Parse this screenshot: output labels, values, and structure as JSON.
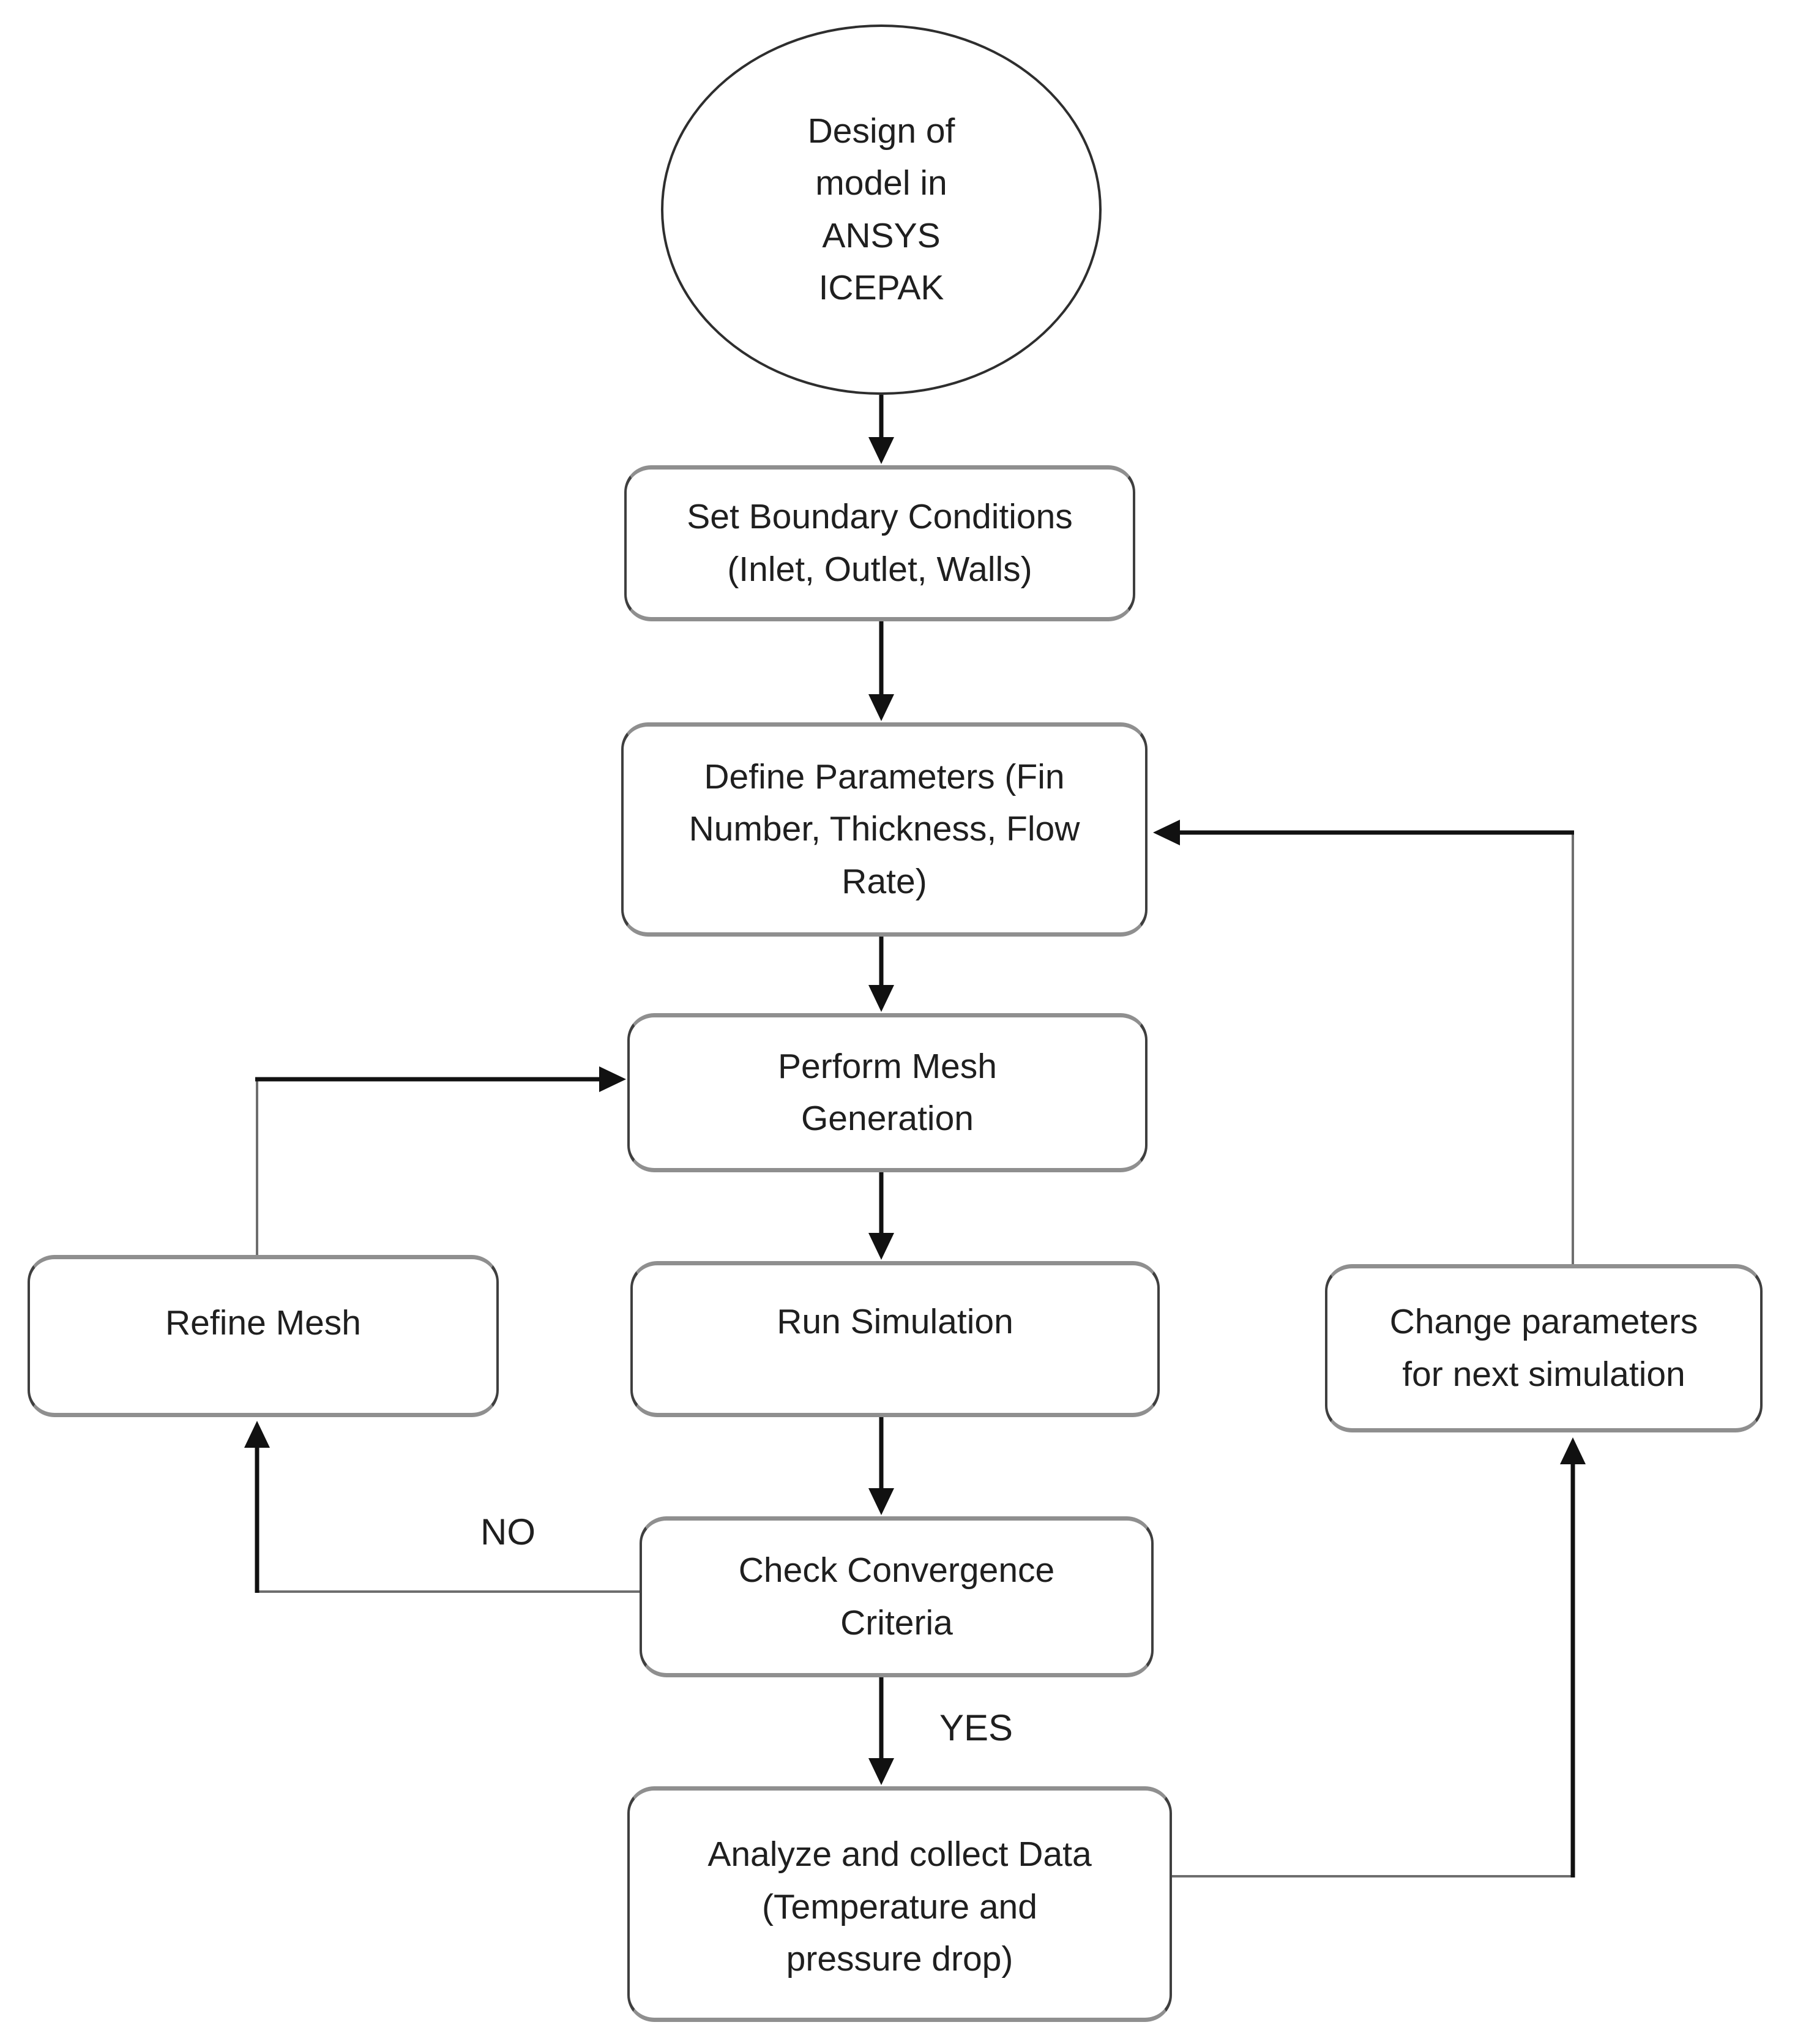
{
  "diagram": {
    "nodes": {
      "design_model": {
        "label": "Design of\nmodel in\nANSYS\nICEPAK"
      },
      "set_boundary_conditions": {
        "label": "Set Boundary Conditions\n(Inlet, Outlet, Walls)"
      },
      "define_parameters": {
        "label": "Define Parameters (Fin\nNumber, Thickness, Flow\nRate)"
      },
      "perform_mesh_generation": {
        "label": "Perform Mesh\nGeneration"
      },
      "run_simulation": {
        "label": "Run Simulation"
      },
      "check_convergence": {
        "label": "Check Convergence\nCriteria"
      },
      "analyze_collect_data": {
        "label": "Analyze and collect Data\n(Temperature and\npressure drop)"
      },
      "refine_mesh": {
        "label": "Refine Mesh"
      },
      "change_parameters": {
        "label": "Change parameters\nfor next simulation"
      }
    },
    "edge_labels": {
      "no": "NO",
      "yes": "YES"
    },
    "edges": [
      {
        "from": "design_model",
        "to": "set_boundary_conditions"
      },
      {
        "from": "set_boundary_conditions",
        "to": "define_parameters"
      },
      {
        "from": "define_parameters",
        "to": "perform_mesh_generation"
      },
      {
        "from": "perform_mesh_generation",
        "to": "run_simulation"
      },
      {
        "from": "run_simulation",
        "to": "check_convergence"
      },
      {
        "from": "check_convergence",
        "to": "analyze_collect_data",
        "label": "YES"
      },
      {
        "from": "check_convergence",
        "to": "refine_mesh",
        "label": "NO"
      },
      {
        "from": "refine_mesh",
        "to": "perform_mesh_generation"
      },
      {
        "from": "analyze_collect_data",
        "to": "change_parameters"
      },
      {
        "from": "change_parameters",
        "to": "define_parameters"
      }
    ],
    "colors": {
      "arrow_black": "#111111",
      "connector_gray": "#6e6e6e",
      "border_dark": "#3f3f3f",
      "border_gray": "#8f8f8f",
      "text": "#1f1f1f",
      "background": "#ffffff"
    }
  }
}
